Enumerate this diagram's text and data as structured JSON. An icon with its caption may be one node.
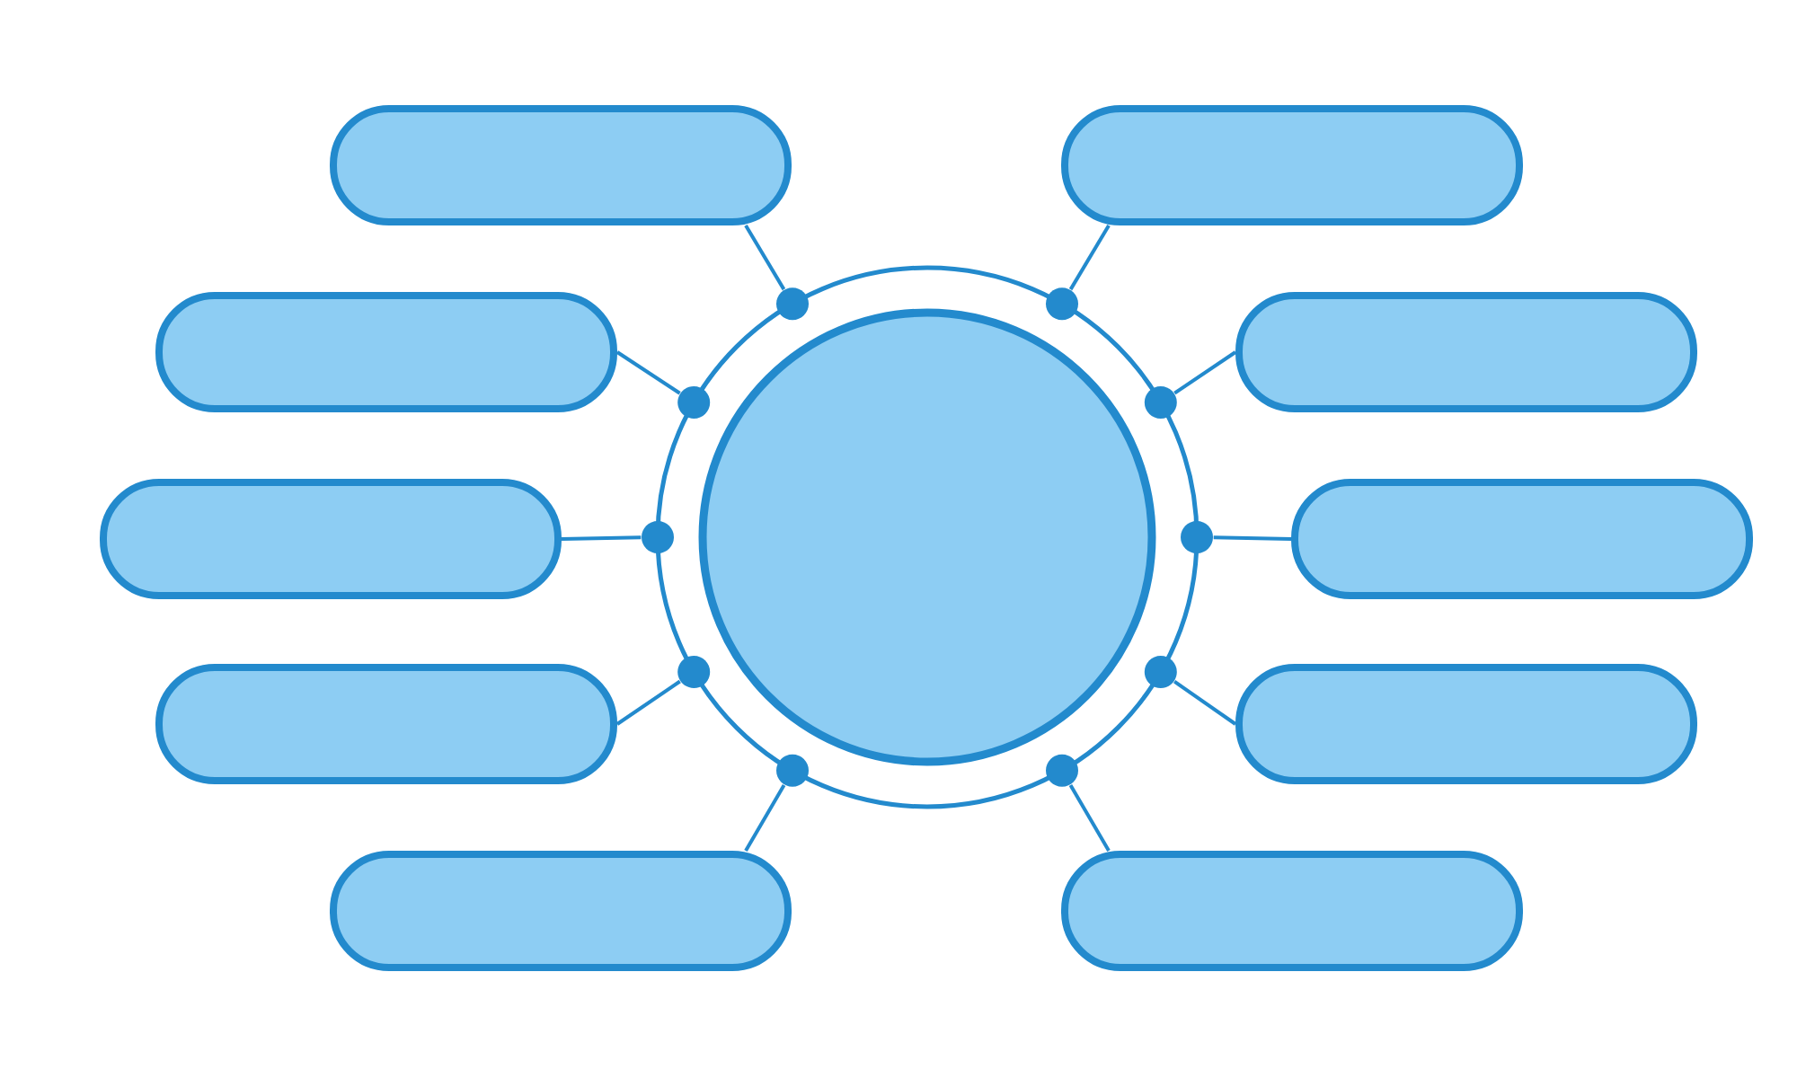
{
  "diagram": {
    "nodes": [
      {
        "text": [],
        "shape": "circle"
      },
      {
        "text": [],
        "shape": "circle",
        "in": 0
      },
      {
        "text": [],
        "shape": "box"
      },
      {
        "text": [],
        "shape": "box"
      },
      {
        "text": [],
        "shape": "box"
      },
      {
        "text": [],
        "shape": "box"
      },
      {
        "text": [],
        "shape": "box"
      },
      {
        "text": [],
        "shape": "box"
      },
      {
        "text": [],
        "shape": "box"
      },
      {
        "text": [],
        "shape": "box"
      },
      {
        "text": [],
        "shape": "box"
      },
      {
        "text": [],
        "shape": "box"
      },
      {
        "text": [],
        "shape": "circle"
      },
      {
        "text": [],
        "shape": "circle"
      },
      {
        "text": [],
        "shape": "circle"
      },
      {
        "text": [],
        "shape": "circle"
      },
      {
        "text": [],
        "shape": "circle"
      },
      {
        "text": [],
        "shape": "circle"
      },
      {
        "text": [],
        "shape": "circle"
      },
      {
        "text": [],
        "shape": "circle"
      },
      {
        "text": [],
        "shape": "circle"
      },
      {
        "text": [],
        "shape": "circle"
      }
    ],
    "edges": [
      {
        "from": 12,
        "to": 2,
        "arrow": "none"
      },
      {
        "from": 13,
        "to": 3,
        "arrow": "none"
      },
      {
        "from": 14,
        "to": 4,
        "arrow": "none"
      },
      {
        "from": 15,
        "to": 5,
        "arrow": "none"
      },
      {
        "from": 16,
        "to": 6,
        "arrow": "none"
      },
      {
        "from": 17,
        "to": 7,
        "arrow": "none"
      },
      {
        "from": 18,
        "to": 8,
        "arrow": "none"
      },
      {
        "from": 19,
        "to": 9,
        "arrow": "none"
      },
      {
        "from": 20,
        "to": 10,
        "arrow": "none"
      },
      {
        "from": 21,
        "to": 11,
        "arrow": "none"
      }
    ]
  }
}
